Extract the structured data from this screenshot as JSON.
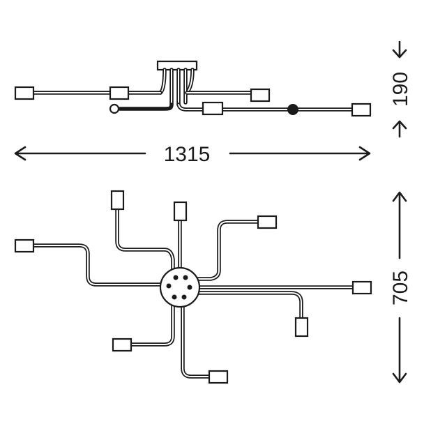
{
  "dimensions": {
    "width": "1315",
    "height": "190",
    "depth": "705"
  }
}
